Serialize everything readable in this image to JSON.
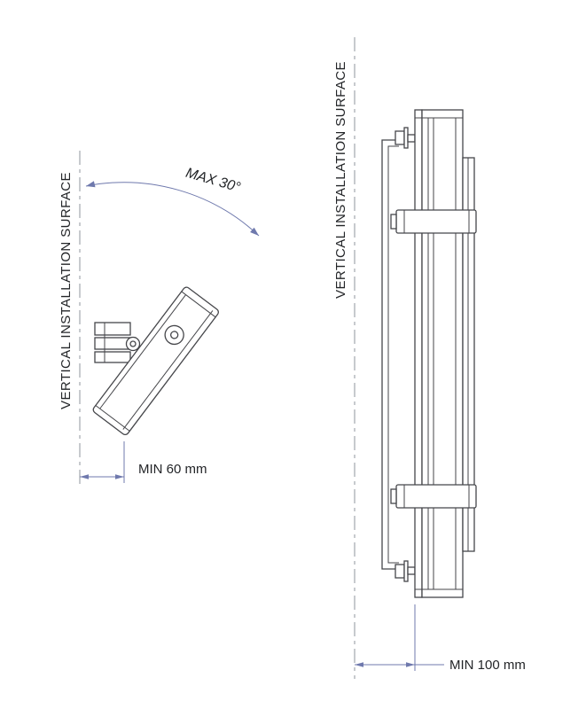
{
  "colors": {
    "drawing": "#45464a",
    "dimension": "#6f79ad",
    "centerline": "#8f959c",
    "text": "#232528"
  },
  "left_view": {
    "surface_label": "VERTICAL INSTALLATION SURFACE",
    "angle_label": "MAX 30°",
    "min_distance_label": "MIN 60 mm"
  },
  "right_view": {
    "surface_label": "VERTICAL INSTALLATION SURFACE",
    "min_distance_label": "MIN 100 mm"
  }
}
